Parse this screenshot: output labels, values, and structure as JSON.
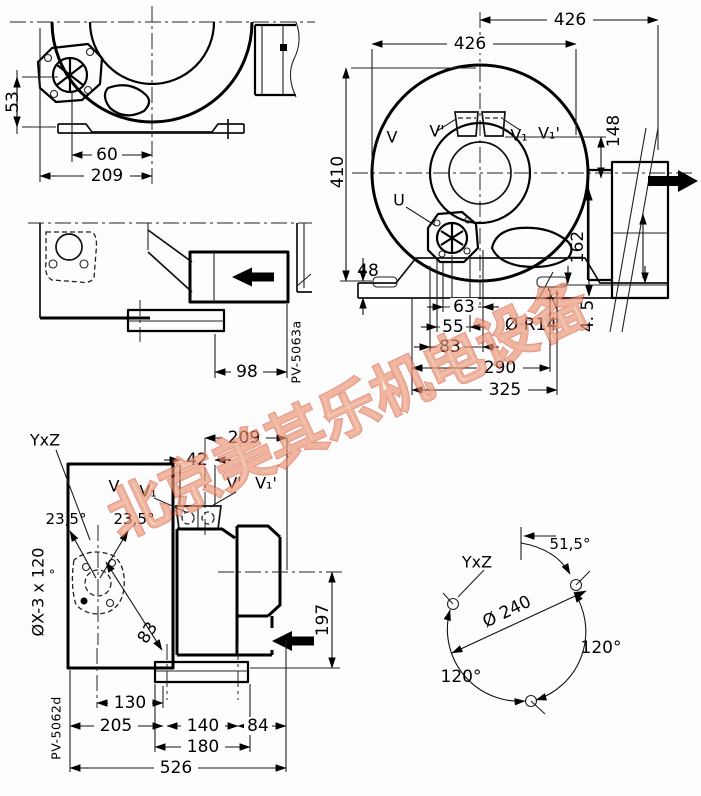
{
  "drawing": {
    "watermark": {
      "text": "北京美其乐机电设备",
      "stroke_color": "#d6462a"
    },
    "views": {
      "front_partial": {
        "d53": "53",
        "d60": "60",
        "d209": "209"
      },
      "front": {
        "d426_outer": "426",
        "d426_inner": "426",
        "d410": "410",
        "d48": "48",
        "d148": "148",
        "d162": "162",
        "d63": "63",
        "d55": "55",
        "d83": "83",
        "d290": "290",
        "d325": "325",
        "d45": "4. 5",
        "r14": "Ø R14",
        "v": "V",
        "vp": "V'",
        "v1": "V₁",
        "v1p": "V₁'",
        "u": "U"
      },
      "side_left": {
        "d98": "98",
        "code": "PV-5063a"
      },
      "side_dim": {
        "yxz": "YxZ",
        "d209": "209",
        "d42": "42",
        "v": "V",
        "v1": "V₁",
        "vp": "V'",
        "v1p": "V₁'",
        "a235a": "23,5°",
        "a235b": "23,5°",
        "bolt_note": "ØX-3 x 120",
        "deg": "°",
        "d83": "83",
        "d197": "197",
        "d130": "130",
        "d205": "205",
        "d140": "140",
        "d84": "84",
        "d180": "180",
        "d526": "526",
        "code": "PV-5062d"
      },
      "bolt_circle": {
        "a515": "51,5°",
        "yxz": "YxZ",
        "d240": "Ø 240",
        "a120_right": "120°",
        "a120_left": "120°"
      }
    }
  }
}
